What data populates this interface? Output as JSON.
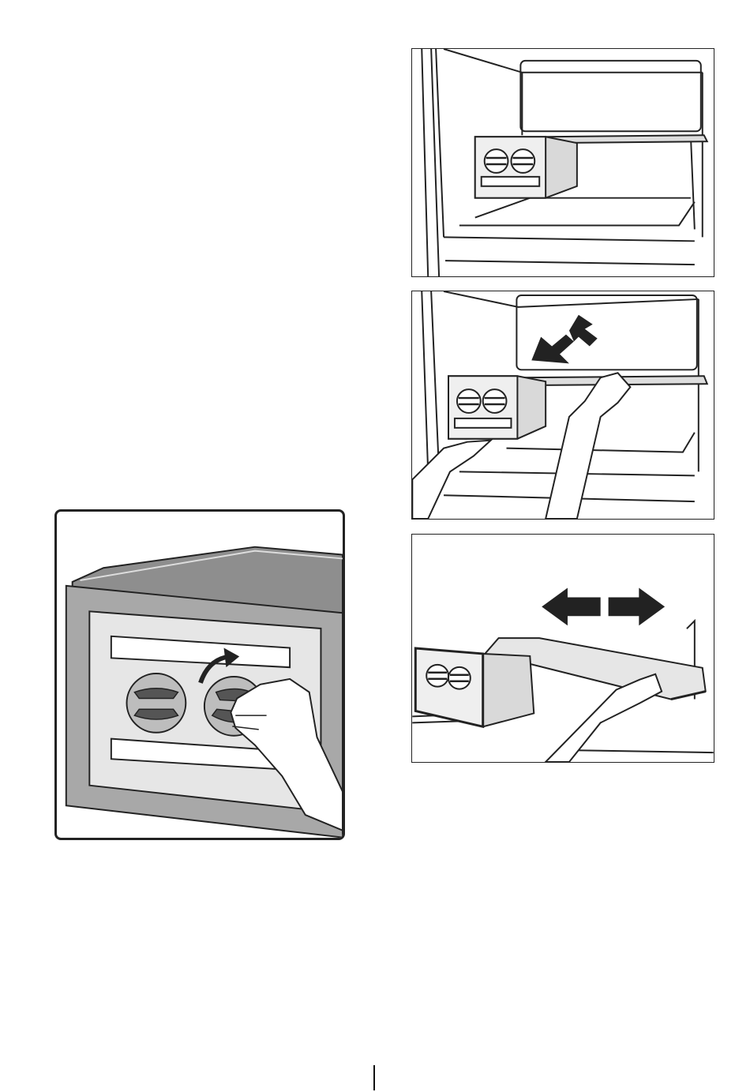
{
  "page": {
    "figures": [
      {
        "id": "fig-a",
        "description_icon": "filter-box-installed-on-shelf"
      },
      {
        "id": "fig-b",
        "description_icon": "shelf-removal-two-hands"
      },
      {
        "id": "fig-c",
        "description_icon": "shelf-slide-out"
      },
      {
        "id": "fig-d",
        "description_icon": "dial-rotate-hand"
      }
    ],
    "colors": {
      "line": "#222222",
      "fill_gray": "#bdbdbd",
      "dark": "#333333",
      "background": "#ffffff"
    }
  }
}
